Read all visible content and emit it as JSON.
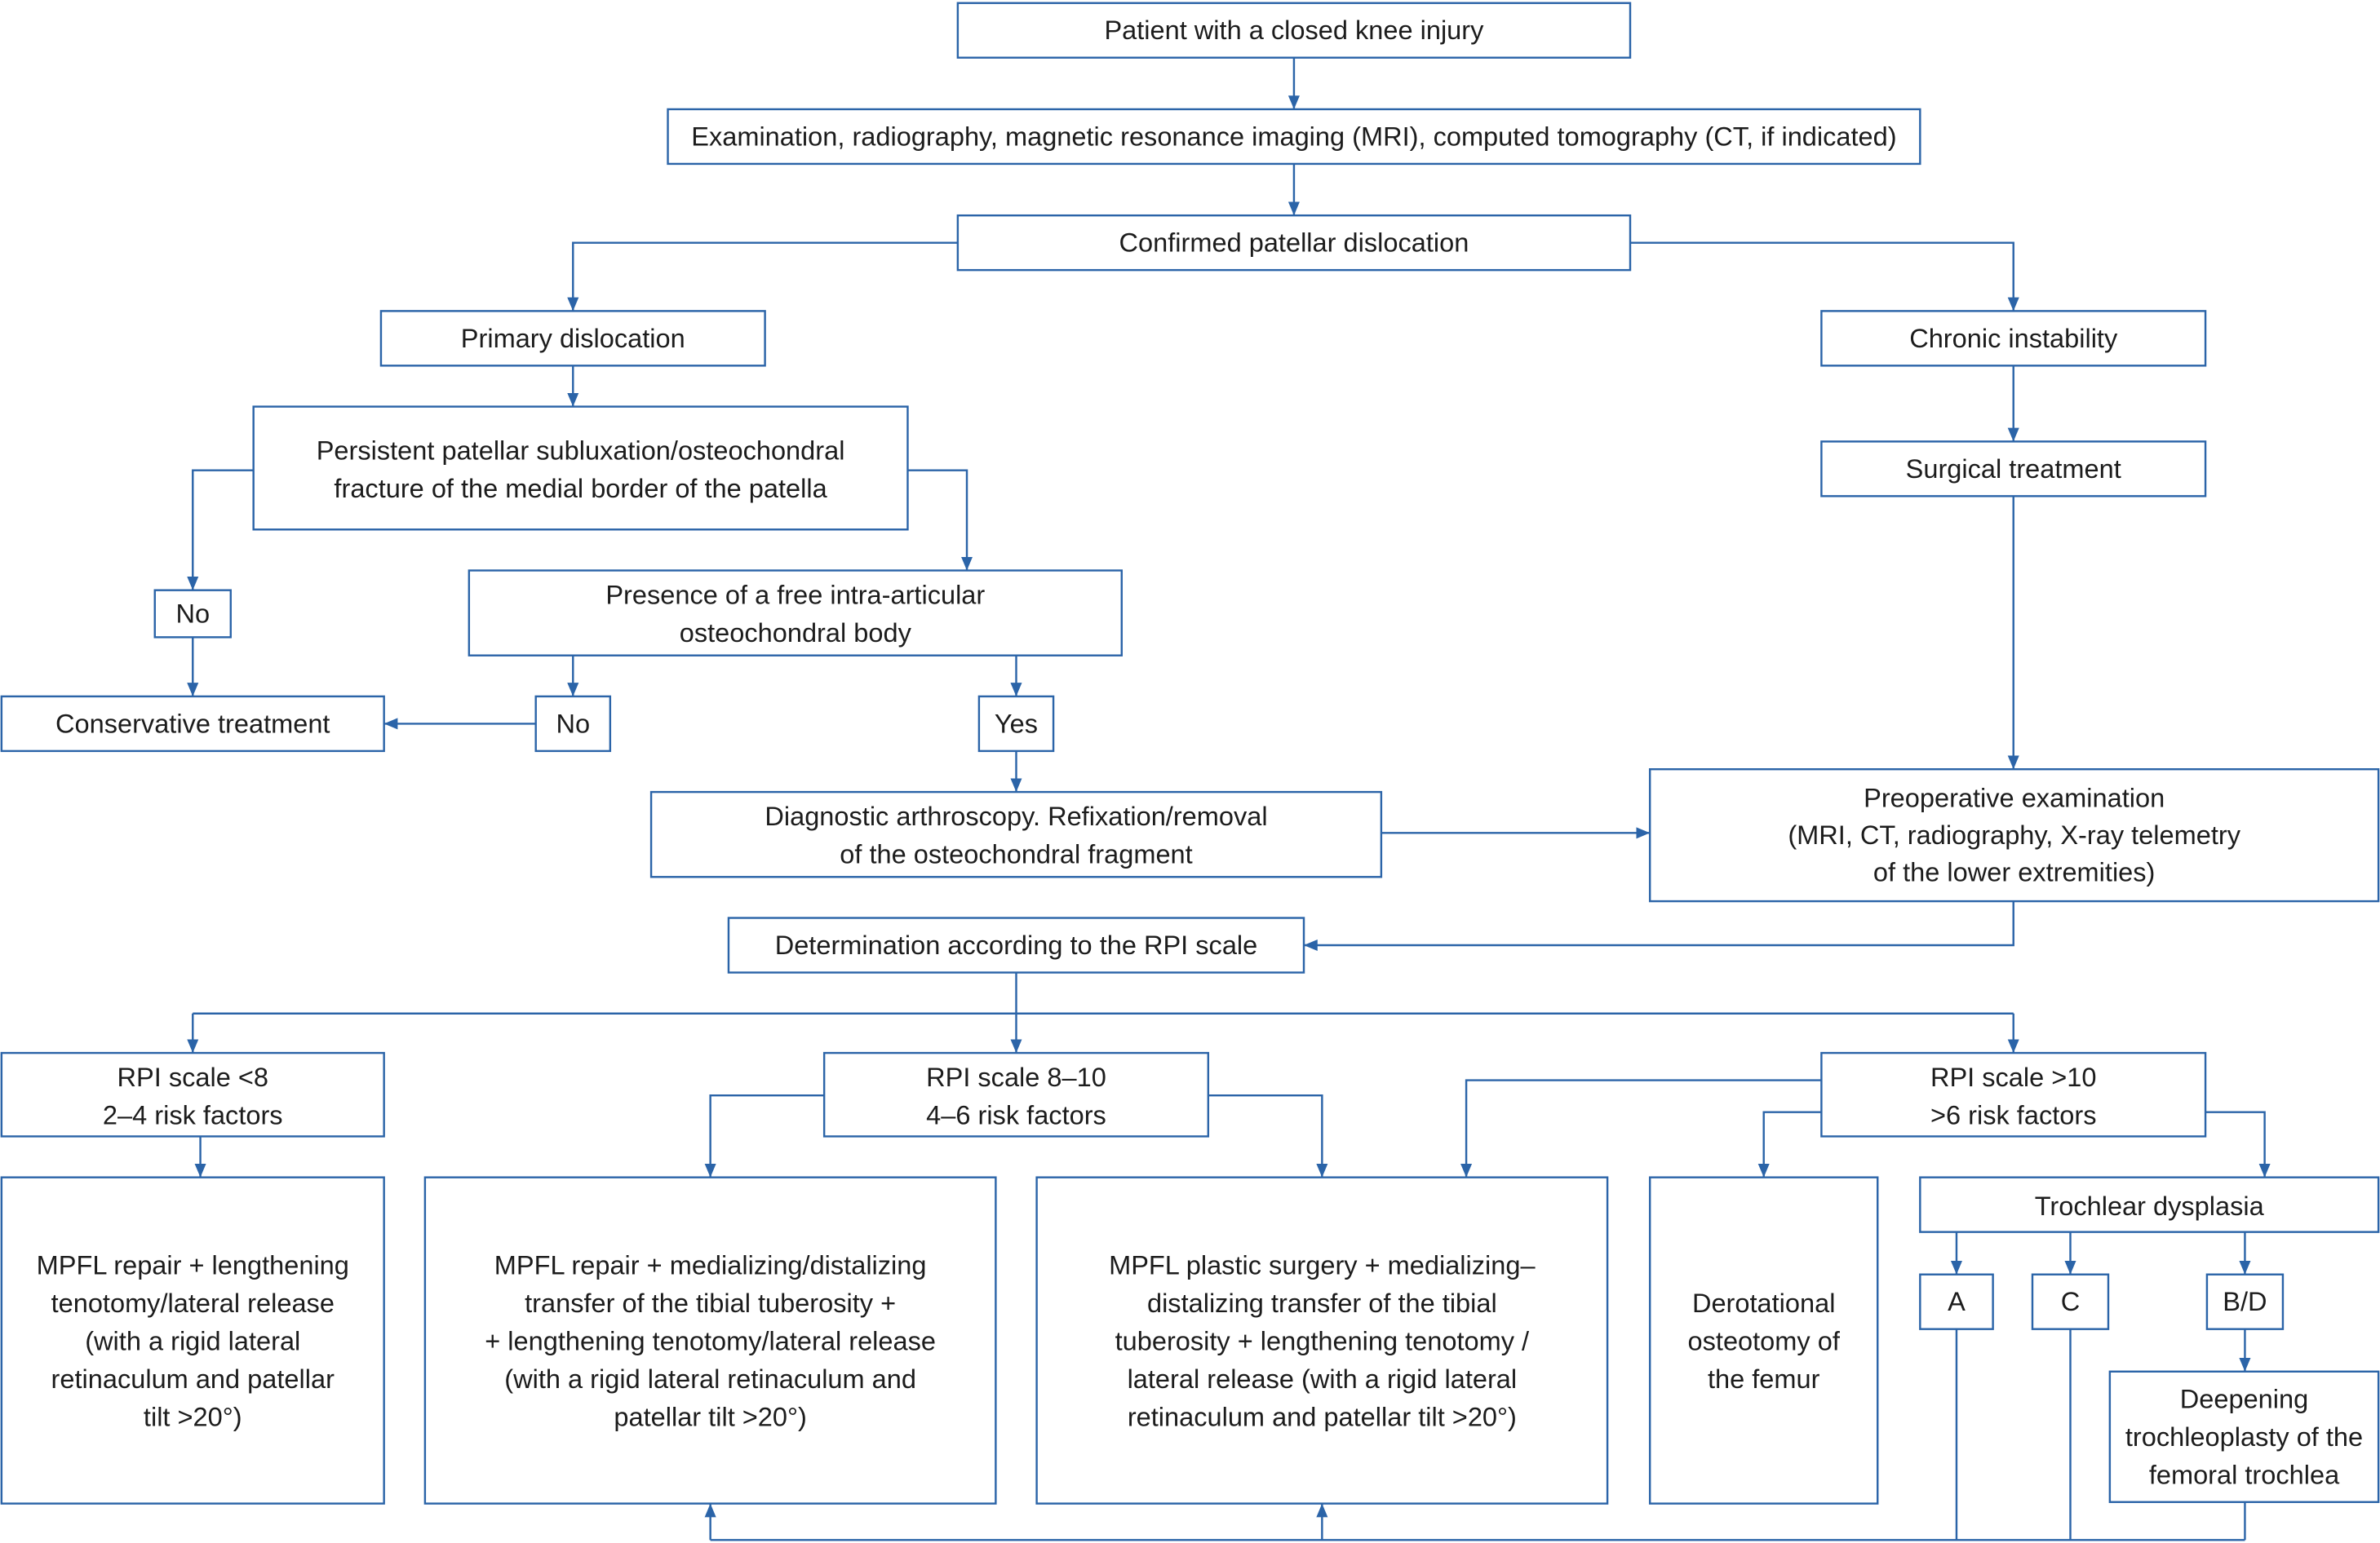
{
  "colors": {
    "line": "#2b64a8",
    "text": "#1c1c1c",
    "background": "#ffffff"
  },
  "nodes": {
    "patient": {
      "lines": [
        "Patient with a closed knee injury"
      ]
    },
    "examination": {
      "lines": [
        "Examination, radiography, magnetic resonance imaging (MRI), computed tomography (CT, if indicated)"
      ]
    },
    "confirmed": {
      "lines": [
        "Confirmed patellar dislocation"
      ]
    },
    "primary": {
      "lines": [
        "Primary dislocation"
      ]
    },
    "chronic": {
      "lines": [
        "Chronic instability"
      ]
    },
    "persistent": {
      "lines": [
        "Persistent patellar subluxation/osteochondral",
        "fracture of the medial border of the patella"
      ]
    },
    "surgical": {
      "lines": [
        "Surgical treatment"
      ]
    },
    "no_left": {
      "lines": [
        "No"
      ]
    },
    "free_body": {
      "lines": [
        "Presence of a free intra-articular",
        "osteochondral body"
      ]
    },
    "conservative": {
      "lines": [
        "Conservative treatment"
      ]
    },
    "no_mid": {
      "lines": [
        "No"
      ]
    },
    "yes": {
      "lines": [
        "Yes"
      ]
    },
    "arthroscopy": {
      "lines": [
        "Diagnostic arthroscopy. Refixation/removal",
        "of the osteochondral fragment"
      ]
    },
    "preop": {
      "lines": [
        "Preoperative examination",
        "(MRI, CT, radiography, X-ray telemetry",
        "of the lower extremities)"
      ]
    },
    "rpi": {
      "lines": [
        "Determination according to the RPI scale"
      ]
    },
    "rpi_low": {
      "lines": [
        "RPI scale <8",
        "2–4 risk factors"
      ]
    },
    "rpi_mid": {
      "lines": [
        "RPI scale 8–10",
        "4–6 risk factors"
      ]
    },
    "rpi_high": {
      "lines": [
        "RPI scale >10",
        ">6 risk factors"
      ]
    },
    "tx_low": {
      "lines": [
        "MPFL repair + lengthening",
        "tenotomy/lateral release",
        "(with a rigid lateral",
        "retinaculum and patellar",
        "tilt >20°)"
      ]
    },
    "tx_mid_a": {
      "lines": [
        "MPFL repair + medializing/distalizing",
        "transfer of the tibial tuberosity +",
        "+ lengthening tenotomy/lateral release",
        "(with a rigid lateral retinaculum and",
        "patellar tilt >20°)"
      ]
    },
    "tx_mid_b": {
      "lines": [
        "MPFL plastic surgery + medializing–",
        "distalizing transfer of the tibial",
        "tuberosity + lengthening tenotomy /",
        "lateral release (with a rigid lateral",
        "retinaculum and patellar tilt >20°)"
      ]
    },
    "derotational": {
      "lines": [
        "Derotational",
        "osteotomy of",
        "the femur"
      ]
    },
    "trochlear": {
      "lines": [
        "Trochlear dysplasia"
      ]
    },
    "type_a": {
      "lines": [
        "A"
      ]
    },
    "type_c": {
      "lines": [
        "C"
      ]
    },
    "type_bd": {
      "lines": [
        "B/D"
      ]
    },
    "trochleoplasty": {
      "lines": [
        "Deepening",
        "trochleoplasty of the",
        "femoral trochlea"
      ]
    }
  }
}
